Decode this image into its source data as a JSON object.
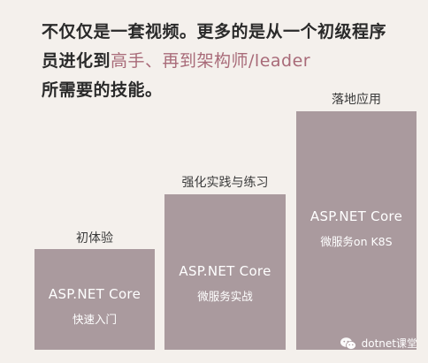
{
  "intro": {
    "line1": "不仅仅是一套视频。更多的是从一个初级程序",
    "line2_prefix": "员进化到",
    "line2_accent": "高手、再到架构师/leader",
    "line3": "所需要的技能。"
  },
  "levels": [
    {
      "label": "初体验",
      "tech": "ASP.NET Core",
      "sub": "快速入门"
    },
    {
      "label": "强化实践与练习",
      "tech": "ASP.NET Core",
      "sub": "微服务实战"
    },
    {
      "label": "落地应用",
      "tech": "ASP.NET Core",
      "sub": "微服务on K8S"
    }
  ],
  "watermark": {
    "icon": "wechat-icon",
    "text": "dotnet课堂"
  },
  "colors": {
    "background": "#f4f0ec",
    "bar": "#aa9a9e",
    "accent": "#a86a78"
  }
}
